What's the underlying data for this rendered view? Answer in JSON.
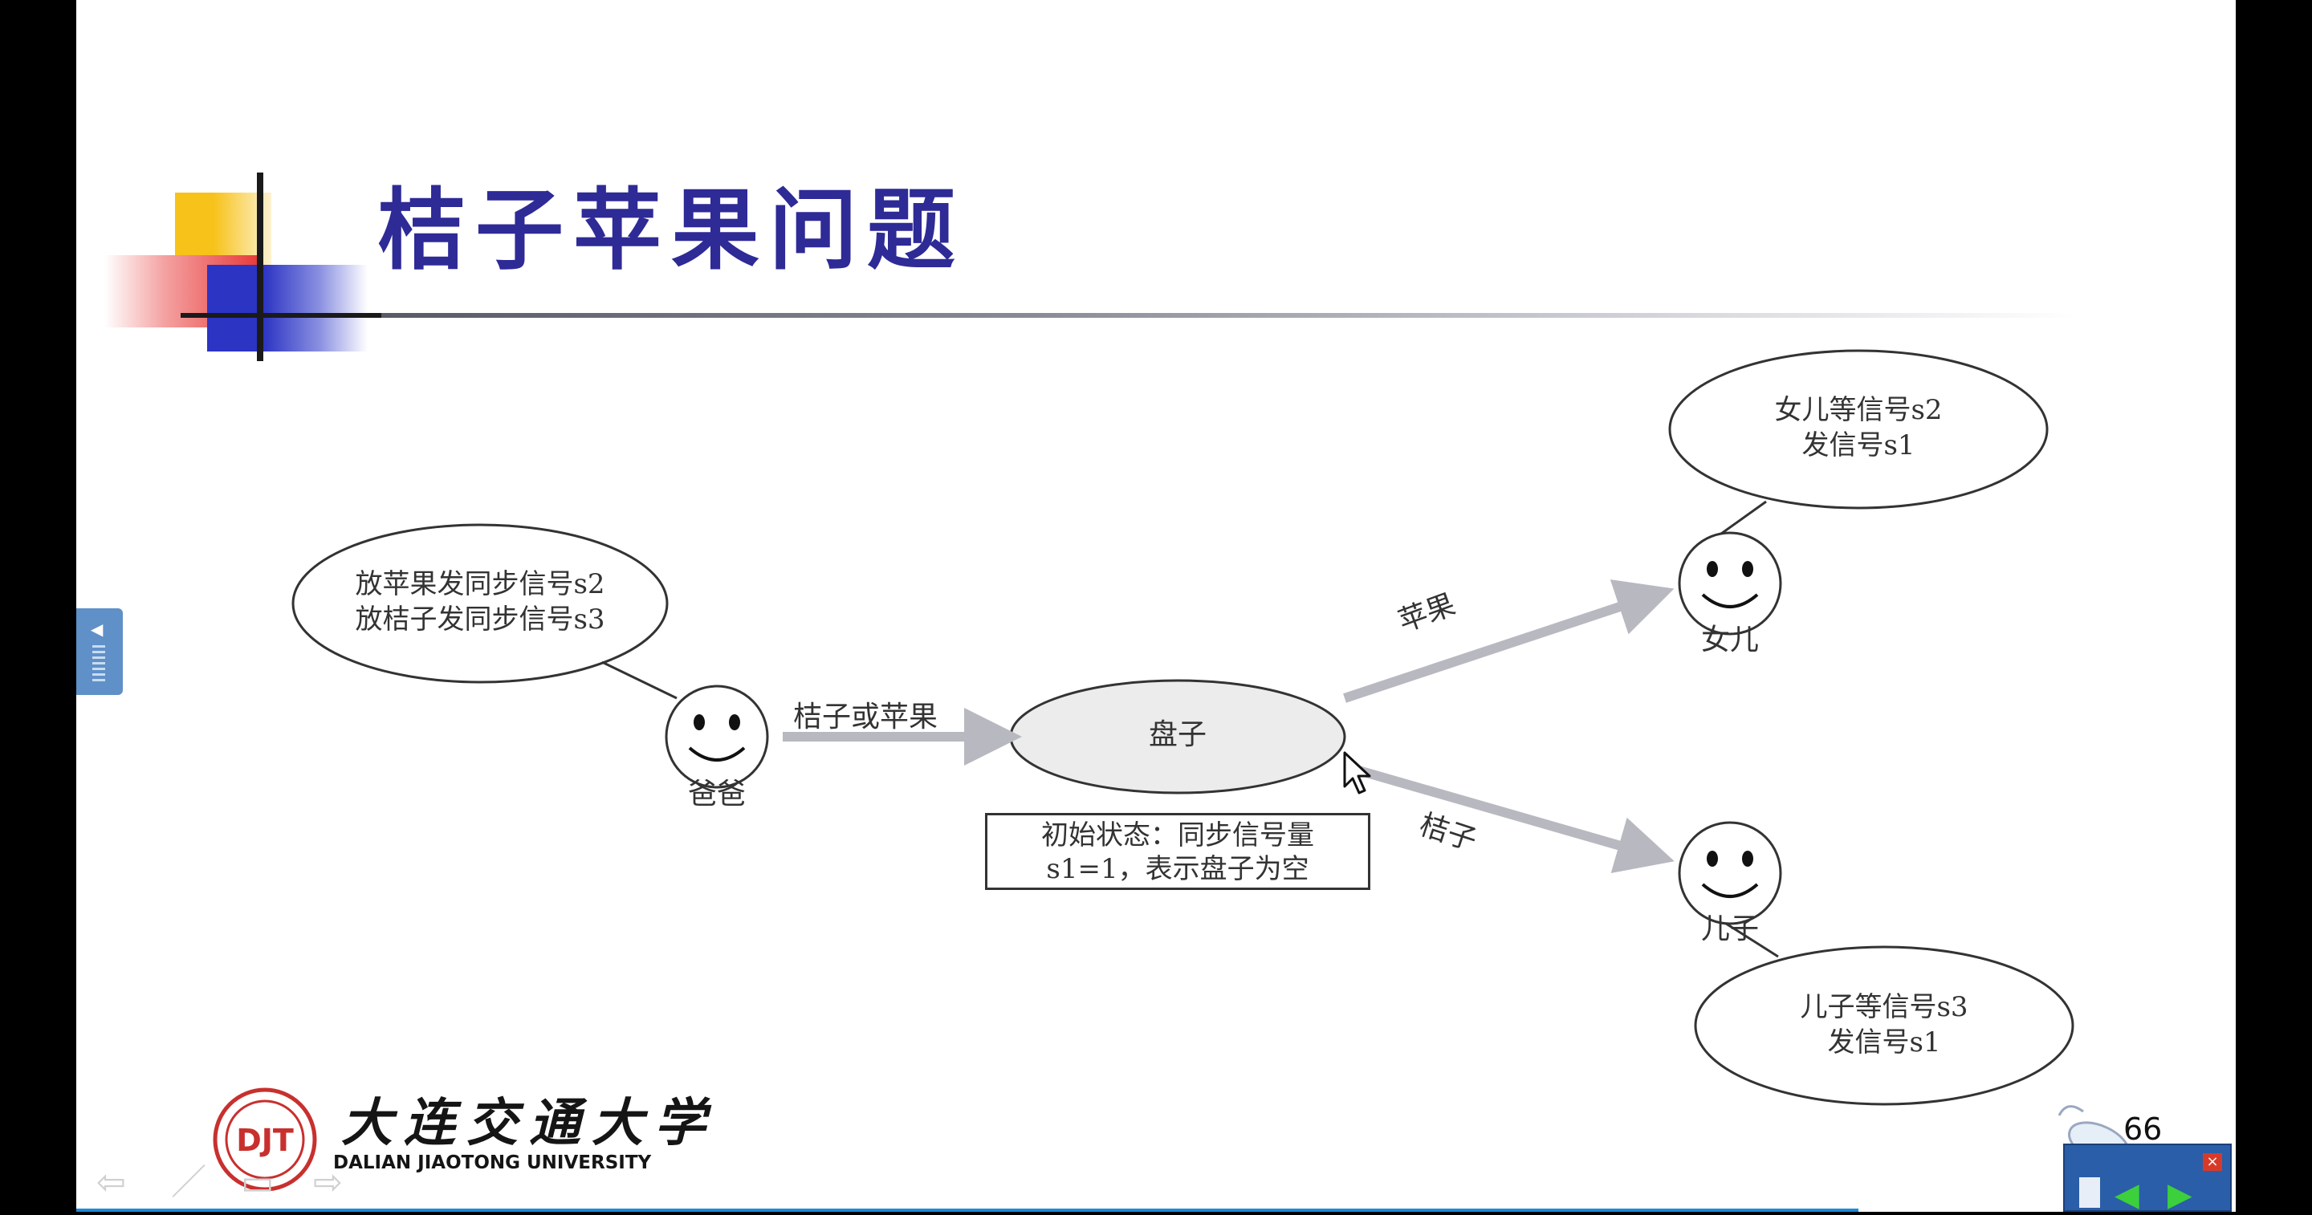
{
  "slide": {
    "title": "桔子苹果问题",
    "page_number": "66",
    "title_color": "#2e2a96"
  },
  "diagram": {
    "father_note": [
      "放苹果发同步信号s2",
      "放桔子发同步信号s3"
    ],
    "daughter_note": [
      "女儿等信号s2",
      "发信号s1"
    ],
    "son_note": [
      "儿子等信号s3",
      "发信号s1"
    ],
    "plate_label": "盘子",
    "father_label": "爸爸",
    "daughter_label": "女儿",
    "son_label": "儿子",
    "edge_father_plate": "桔子或苹果",
    "edge_plate_daughter": "苹果",
    "edge_plate_son": "桔子",
    "initial_state": [
      "初始状态：同步信号量",
      "s1=1，表示盘子为空"
    ],
    "plate_fill": "#ececec",
    "arrow_color": "#b8b8c0"
  },
  "footer": {
    "logo_cn": "大连交通大学",
    "logo_en": "DALIAN JIAOTONG UNIVERSITY",
    "logo_badge": "DJT",
    "logo_color": "#c8302e"
  },
  "icons": {
    "sidebar": "chevron-left-icon",
    "cursor": "mouse-pointer-icon",
    "nav_prev": "arrow-left-icon",
    "nav_next": "arrow-right-icon",
    "close": "close-icon"
  }
}
